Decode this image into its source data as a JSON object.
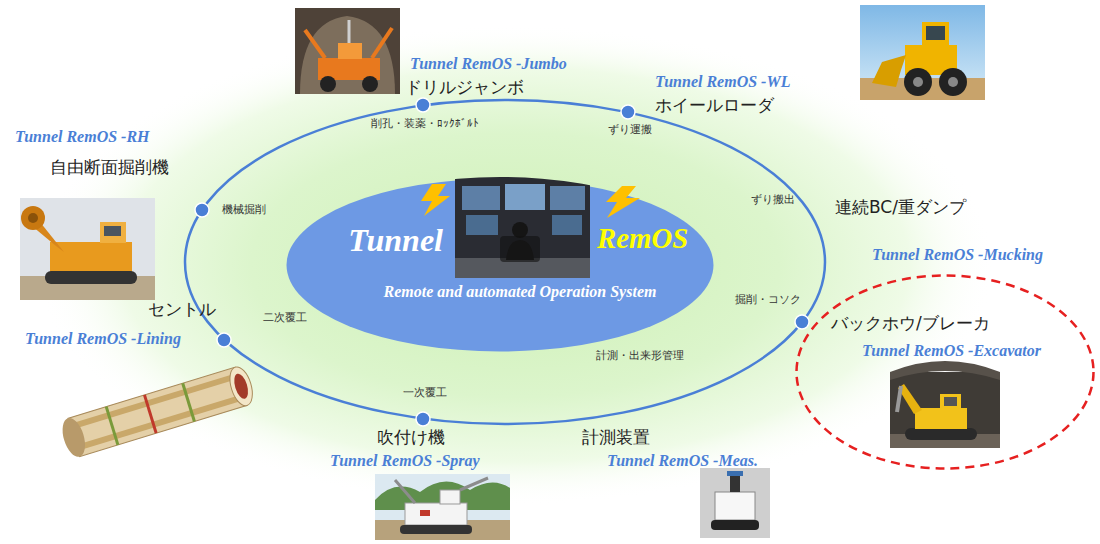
{
  "diagram": {
    "nodes": [
      {
        "text": [
          "Tunnel",
          "RemOS",
          "Remote and automated Operation System"
        ]
      },
      {
        "text": [
          "バックホウ/ブレーカ",
          "Tunnel RemOS -Excavator"
        ]
      }
    ],
    "labels": [
      "Tunnel RemOS -Jumbo",
      "ドリルジャンボ",
      "Tunnel RemOS -WL",
      "ホイールローダ",
      "Tunnel RemOS -RH",
      "自由断面掘削機",
      "削孔・装薬・ﾛｯｸﾎﾞﾙﾄ",
      "ずり運搬",
      "機械掘削",
      "ずり搬出",
      "連続BC/重ダンプ",
      "Tunnel RemOS -Mucking",
      "掘削・コソク",
      "二次覆工",
      "計測・出来形管理",
      "セントル",
      "Tunnel RemOS -Lining",
      "一次覆工",
      "吹付け機",
      "計測装置",
      "Tunnel RemOS -Spray",
      "Tunnel RemOS -Meas."
    ]
  }
}
